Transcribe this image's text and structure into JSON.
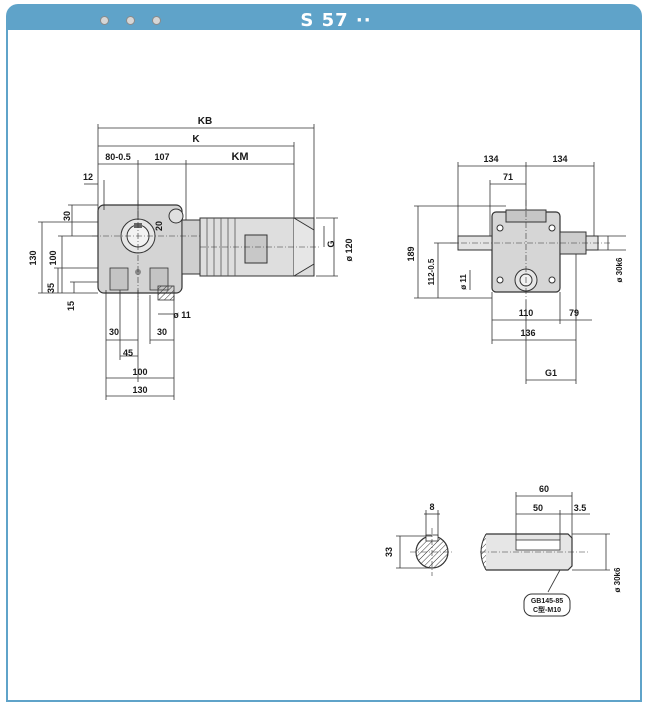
{
  "header": {
    "title": "S 57 ··",
    "accent_color": "#5fa3c9"
  },
  "side_view": {
    "labels": {
      "kb": "KB",
      "k": "K",
      "d80": "80-0.5",
      "d107": "107",
      "km": "KM",
      "d12": "12",
      "d30_top": "30",
      "d130_left": "130",
      "d100_left": "100",
      "d35": "35",
      "d15": "15",
      "d20": "20",
      "d120": "ø 120",
      "g": "G",
      "d11": "ø 11",
      "d30_a": "30",
      "d30_b": "30",
      "d45": "45",
      "d100_bot": "100",
      "d130_bot": "130"
    }
  },
  "front_view": {
    "labels": {
      "d134_left": "134",
      "d134_right": "134",
      "d71": "71",
      "d189": "189",
      "d112": "112-0.5",
      "d11": "ø 11",
      "d30k6": "ø 30k6",
      "d110": "110",
      "d79": "79",
      "d136": "136",
      "g1": "G1"
    }
  },
  "shaft_detail": {
    "labels": {
      "d8": "8",
      "d33": "33",
      "d60": "60",
      "d50": "50",
      "d3_5": "3.5",
      "d30k6": "ø 30k6",
      "std_line1": "GB145-85",
      "std_line2": "C型-M10"
    }
  }
}
